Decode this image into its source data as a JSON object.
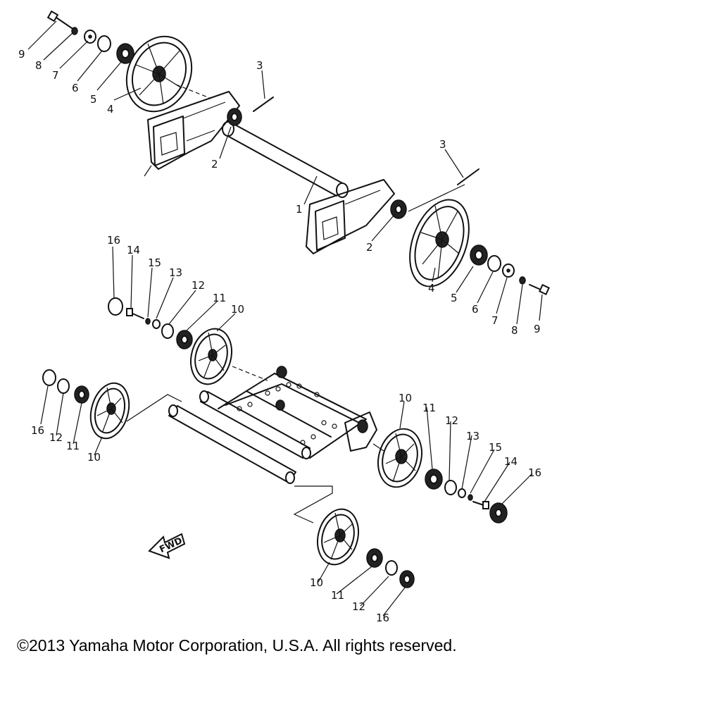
{
  "copyright": "©2013 Yamaha Motor Corporation, U.S.A. All rights reserved.",
  "fwd_label": "FWD",
  "callouts": {
    "c1": "1",
    "c2": "2",
    "c3": "3",
    "c4": "4",
    "c5": "5",
    "c6": "6",
    "c7": "7",
    "c8": "8",
    "c9": "9",
    "c10": "10",
    "c11": "11",
    "c12": "12",
    "c13": "13",
    "c14": "14",
    "c15": "15",
    "c16": "16"
  }
}
